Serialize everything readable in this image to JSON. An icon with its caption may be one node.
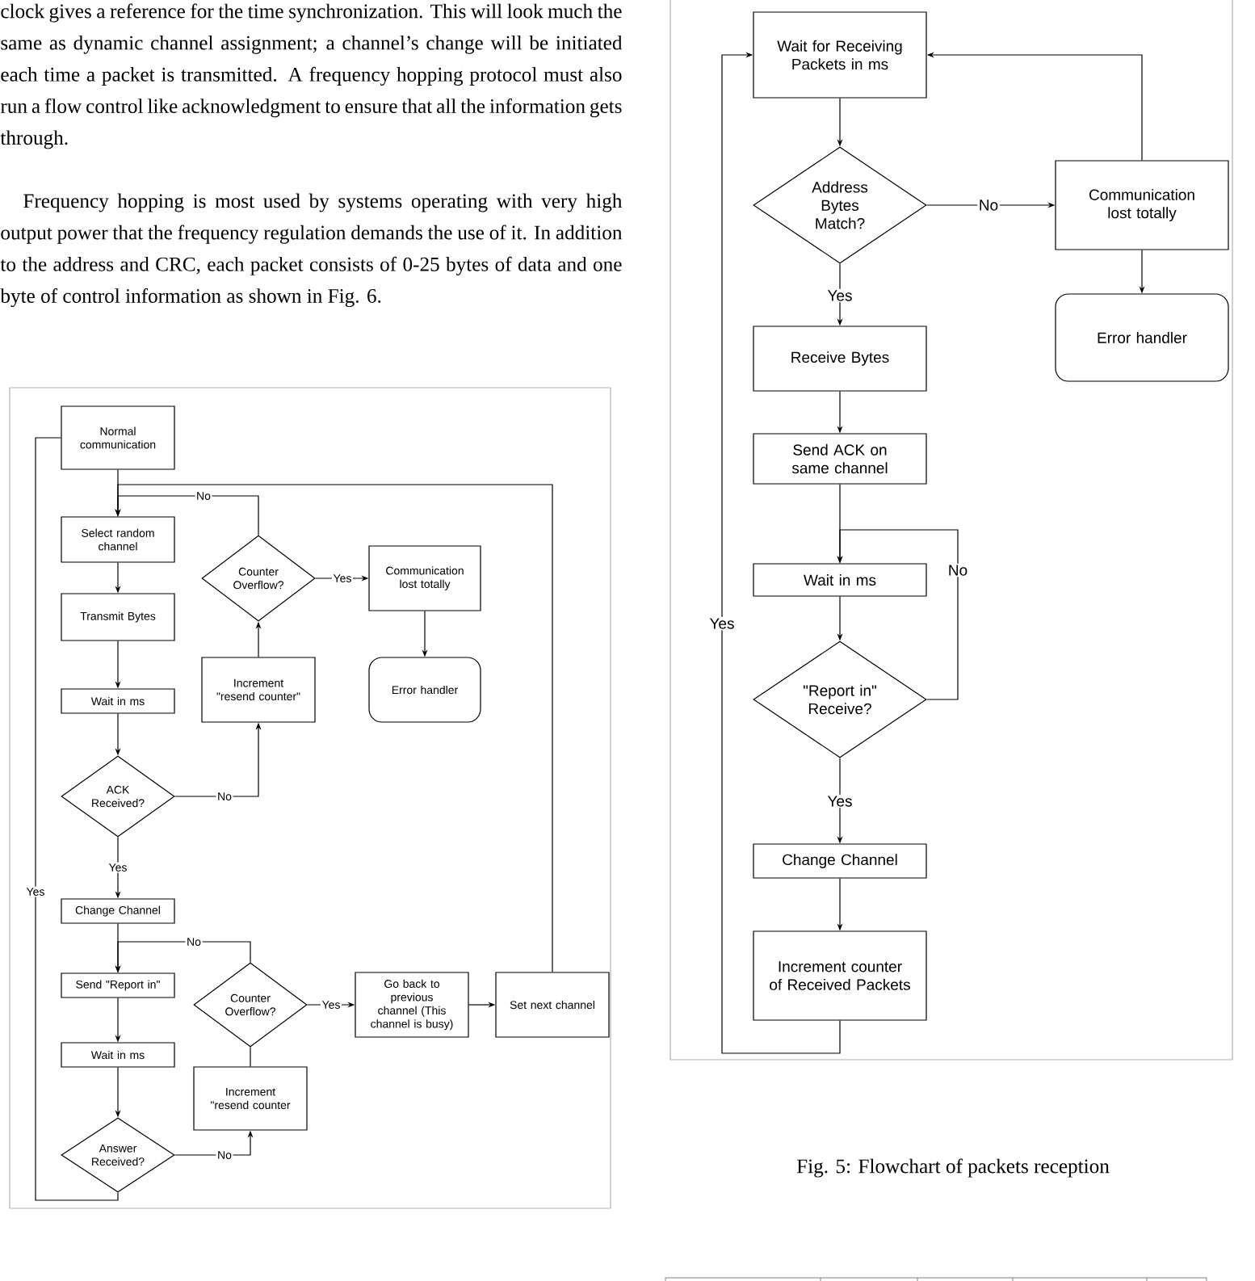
{
  "diagram": {
    "caption": "Fig. 5: Flowchart of packets reception",
    "nodes": [
      {
        "text": [
          "Normal communication"
        ]
      },
      {
        "text": [
          "Select random channel"
        ]
      },
      {
        "text": [
          "Transmit Bytes"
        ]
      },
      {
        "text": [
          "Wait in ms"
        ]
      },
      {
        "text": [
          "ACK Received?"
        ]
      },
      {
        "text": [
          "Increment \"resend counter\""
        ]
      },
      {
        "text": [
          "Counter Overflow?"
        ]
      },
      {
        "text": [
          "Communication lost totally"
        ]
      },
      {
        "text": [
          "Error handler"
        ]
      },
      {
        "text": [
          "Change Channel"
        ]
      },
      {
        "text": [
          "Send \"Report in\""
        ]
      },
      {
        "text": [
          "Wait in ms"
        ]
      },
      {
        "text": [
          "Answer Received?"
        ]
      },
      {
        "text": [
          "Increment \"resend counter"
        ]
      },
      {
        "text": [
          "Counter Overflow?"
        ]
      },
      {
        "text": [
          "Go back to previous channel (This channel is busy)"
        ]
      },
      {
        "text": [
          "Set next channel"
        ]
      },
      {
        "text": [
          "Wait for Receiving Packets in ms"
        ]
      },
      {
        "text": [
          "Address Bytes Match?"
        ]
      },
      {
        "text": [
          "Communication lost totally"
        ]
      },
      {
        "text": [
          "Error handler"
        ]
      },
      {
        "text": [
          "Receive Bytes"
        ]
      },
      {
        "text": [
          "Send ACK on same channel"
        ]
      },
      {
        "text": [
          "Wait in ms"
        ]
      },
      {
        "text": [
          "\"Report in\" Receive?"
        ]
      },
      {
        "text": [
          "Change Channel"
        ]
      },
      {
        "text": [
          "Increment counter of Received Packets"
        ]
      }
    ],
    "edges": [
      {
        "from": 0,
        "to": 1,
        "arrow": "to"
      },
      {
        "from": 1,
        "to": 2,
        "arrow": "to"
      },
      {
        "from": 2,
        "to": 3,
        "arrow": "to"
      },
      {
        "from": 3,
        "to": 4,
        "arrow": "to"
      },
      {
        "from": 4,
        "to": 5,
        "arrow": "to",
        "label": "No"
      },
      {
        "from": 5,
        "to": 6,
        "arrow": "to"
      },
      {
        "from": 6,
        "to": 1,
        "arrow": "to",
        "label": "No"
      },
      {
        "from": 6,
        "to": 7,
        "arrow": "to",
        "label": "Yes"
      },
      {
        "from": 7,
        "to": 8,
        "arrow": "to"
      },
      {
        "from": 4,
        "to": 9,
        "arrow": "to",
        "label": "Yes"
      },
      {
        "from": 9,
        "to": 10,
        "arrow": "to"
      },
      {
        "from": 14,
        "to": 10,
        "arrow": "to",
        "label": "No"
      },
      {
        "from": 10,
        "to": 11,
        "arrow": "to"
      },
      {
        "from": 11,
        "to": 12,
        "arrow": "to"
      },
      {
        "from": 12,
        "to": 13,
        "arrow": "to",
        "label": "No"
      },
      {
        "from": 13,
        "to": 14,
        "arrow": "none"
      },
      {
        "from": 14,
        "to": 15,
        "arrow": "to",
        "label": "Yes"
      },
      {
        "from": 15,
        "to": 16,
        "arrow": "to"
      },
      {
        "from": 16,
        "to": 1,
        "arrow": "to"
      },
      {
        "from": 12,
        "to": 0,
        "arrow": "none",
        "label": "Yes"
      },
      {
        "from": 17,
        "to": 18,
        "arrow": "to"
      },
      {
        "from": 18,
        "to": 19,
        "arrow": "to",
        "label": "No"
      },
      {
        "from": 19,
        "to": 17,
        "arrow": "to"
      },
      {
        "from": 19,
        "to": 20,
        "arrow": "to"
      },
      {
        "from": 18,
        "to": 21,
        "arrow": "to",
        "label": "Yes"
      },
      {
        "from": 21,
        "to": 22,
        "arrow": "to"
      },
      {
        "from": 22,
        "to": 23,
        "arrow": "to"
      },
      {
        "from": 23,
        "to": 24,
        "arrow": "to"
      },
      {
        "from": 24,
        "to": 23,
        "arrow": "to",
        "label": "No"
      },
      {
        "from": 24,
        "to": 25,
        "arrow": "to",
        "label": "Yes"
      },
      {
        "from": 25,
        "to": 26,
        "arrow": "to"
      },
      {
        "from": 26,
        "to": 17,
        "arrow": "to",
        "label": "Yes"
      }
    ],
    "labels": [
      "clock gives a reference for the time synchronization. This will look much the same as dynamic channel assignment; a channel’s change will be initiated each time a packet is transmitted. A frequency hopping protocol must also run a flow control like acknowledgment to ensure that all the information gets through.",
      "Frequency hopping is most used by systems operating with very high output power that the frequency regulation demands the use of it. In addition to the address and CRC, each packet consists of 0-25 bytes of data and one byte of control information as shown in Fig. 6."
    ]
  }
}
